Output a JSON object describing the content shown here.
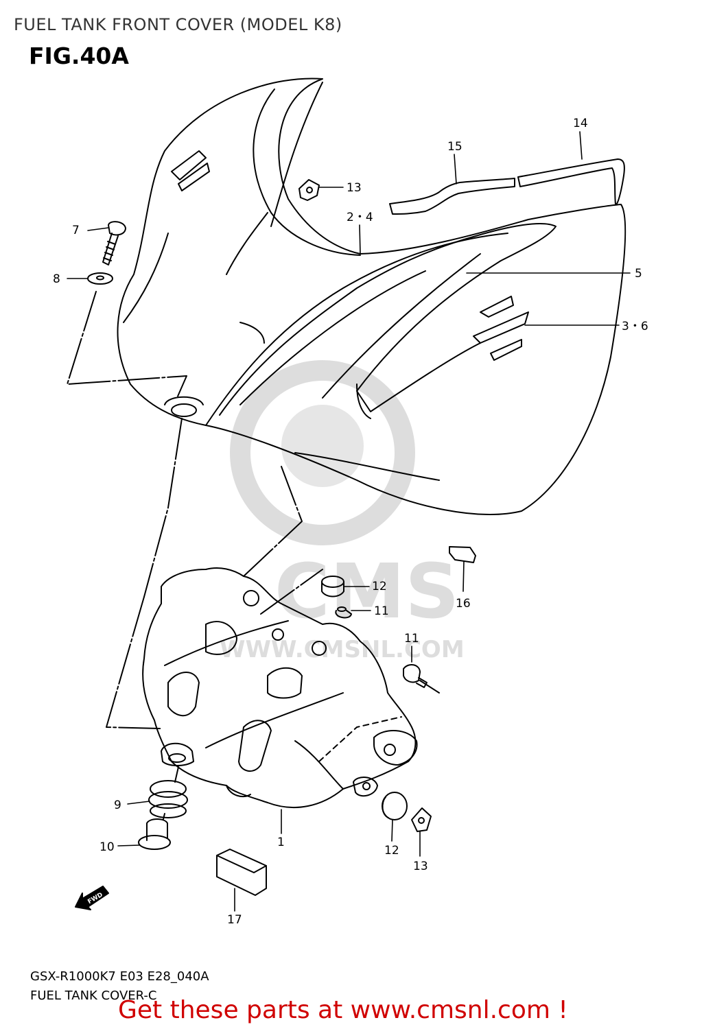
{
  "header": {
    "title": "FUEL TANK FRONT COVER (MODEL K8)",
    "figure": "FIG.40A"
  },
  "watermark": {
    "brand": "CMS",
    "site": "WWW.CMSNL.COM"
  },
  "fwd_label": "FWD",
  "callouts": [
    {
      "id": "c7",
      "text": "7"
    },
    {
      "id": "c8",
      "text": "8"
    },
    {
      "id": "c13a",
      "text": "13"
    },
    {
      "id": "c15",
      "text": "15"
    },
    {
      "id": "c14",
      "text": "14"
    },
    {
      "id": "c24",
      "text": "2・4"
    },
    {
      "id": "c5",
      "text": "5"
    },
    {
      "id": "c36",
      "text": "3・6"
    },
    {
      "id": "c12a",
      "text": "12"
    },
    {
      "id": "c11a",
      "text": "11"
    },
    {
      "id": "c16",
      "text": "16"
    },
    {
      "id": "c11b",
      "text": "11"
    },
    {
      "id": "c9",
      "text": "9"
    },
    {
      "id": "c10",
      "text": "10"
    },
    {
      "id": "c1",
      "text": "1"
    },
    {
      "id": "c12b",
      "text": "12"
    },
    {
      "id": "c13b",
      "text": "13"
    },
    {
      "id": "c17",
      "text": "17"
    }
  ],
  "footer": {
    "model_code": "GSX-R1000K7 E03 E28_040A",
    "part_name": "FUEL TANK COVER-C",
    "promo": "Get these parts at www.cmsnl.com !"
  },
  "colors": {
    "line": "#000000",
    "watermark": "#dddddd",
    "promo": "#d00000"
  }
}
